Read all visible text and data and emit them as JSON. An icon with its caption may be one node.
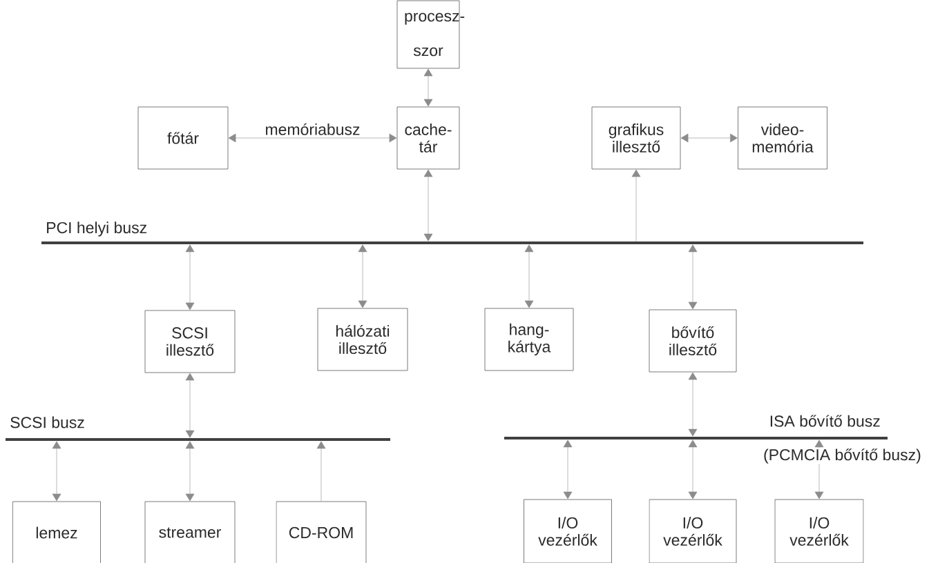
{
  "diagram": {
    "nodes": [
      {
        "text": [
          "procesz- szor"
        ]
      },
      {
        "text": [
          "főtár"
        ]
      },
      {
        "text": [
          "cache- tár"
        ]
      },
      {
        "text": [
          "grafikus illesztő"
        ]
      },
      {
        "text": [
          "video- memória"
        ]
      },
      {
        "text": [
          "PCI helyi busz"
        ]
      },
      {
        "text": [
          "SCSI illesztő"
        ]
      },
      {
        "text": [
          "hálózati illesztő"
        ]
      },
      {
        "text": [
          "hang- kártya"
        ]
      },
      {
        "text": [
          "bővítő illesztő"
        ]
      },
      {
        "text": [
          "SCSI busz"
        ]
      },
      {
        "text": [
          "ISA bővítő busz",
          "(PCMCIA bővítő busz)"
        ]
      },
      {
        "text": [
          "lemez"
        ]
      },
      {
        "text": [
          "streamer"
        ]
      },
      {
        "text": [
          "CD-ROM"
        ]
      },
      {
        "text": [
          "I/O vezérlők"
        ]
      },
      {
        "text": [
          "I/O vezérlők"
        ]
      },
      {
        "text": [
          "I/O vezérlők"
        ]
      }
    ],
    "edges": [
      {
        "from": 0,
        "to": 2,
        "arrow": "both"
      },
      {
        "from": 1,
        "to": 2,
        "arrow": "both",
        "label": "memóriabusz"
      },
      {
        "from": 3,
        "to": 4,
        "arrow": "both"
      },
      {
        "from": 2,
        "to": 5,
        "arrow": "both"
      },
      {
        "from": 5,
        "to": 3,
        "arrow": "to"
      },
      {
        "from": 5,
        "to": 6,
        "arrow": "both"
      },
      {
        "from": 5,
        "to": 7,
        "arrow": "both"
      },
      {
        "from": 5,
        "to": 8,
        "arrow": "both"
      },
      {
        "from": 5,
        "to": 9,
        "arrow": "both"
      },
      {
        "from": 6,
        "to": 10,
        "arrow": "both"
      },
      {
        "from": 9,
        "to": 11,
        "arrow": "both"
      },
      {
        "from": 10,
        "to": 12,
        "arrow": "both"
      },
      {
        "from": 10,
        "to": 13,
        "arrow": "both"
      },
      {
        "from": 14,
        "to": 10,
        "arrow": "to"
      },
      {
        "from": 11,
        "to": 15,
        "arrow": "both"
      },
      {
        "from": 11,
        "to": 16,
        "arrow": "both"
      },
      {
        "from": 11,
        "to": 17,
        "arrow": "both"
      }
    ]
  }
}
